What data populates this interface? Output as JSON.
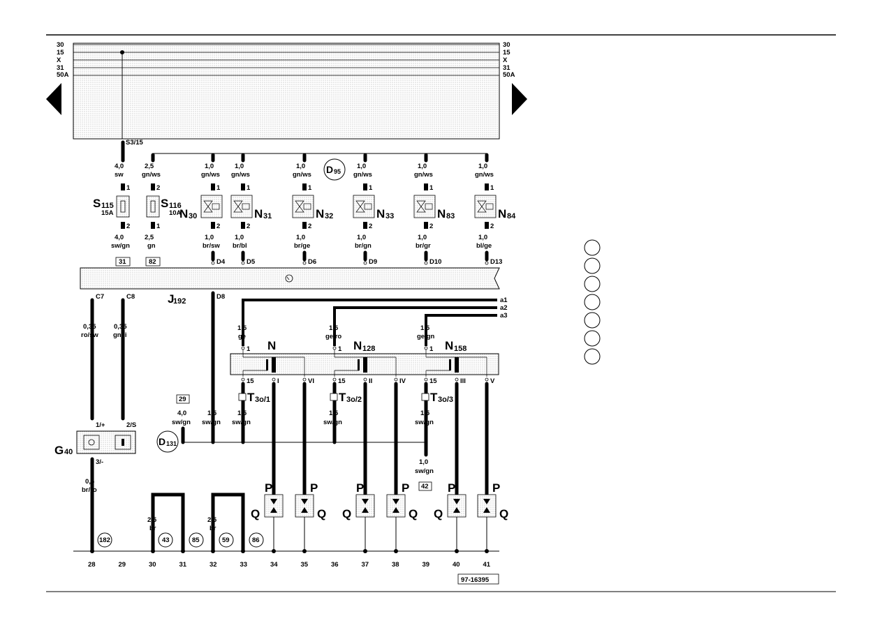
{
  "rails": {
    "left": [
      "30",
      "15",
      "X",
      "31",
      "50A"
    ],
    "right": [
      "30",
      "15",
      "X",
      "31",
      "50A"
    ]
  },
  "fuse_feed_label": "S3/15",
  "connector_D95": {
    "letter": "D",
    "sub": "95"
  },
  "connector_D131": {
    "letter": "D",
    "sub": "131"
  },
  "fuses": [
    {
      "top_size": "4,0",
      "top_color": "sw",
      "pin_top": "1",
      "pin_bottom": "2",
      "name": "S",
      "sub": "115",
      "rating": "15A",
      "bot_size": "4,0",
      "bot_color": "sw/gn",
      "ref": "31"
    },
    {
      "top_size": "2,5",
      "top_color": "gn/ws",
      "pin_top": "2",
      "pin_bottom": "1",
      "name": "S",
      "sub": "116",
      "rating": "10A",
      "bot_size": "2,5",
      "bot_color": "gn",
      "ref": "82"
    }
  ],
  "valves": [
    {
      "name": "N",
      "sub": "30",
      "top_size": "1,0",
      "top_color": "gn/ws",
      "pin_top": "1",
      "pin_bottom": "2",
      "bot_size": "1,0",
      "bot_color": "br/sw",
      "term": "D4"
    },
    {
      "name": "N",
      "sub": "31",
      "top_size": "1,0",
      "top_color": "gn/ws",
      "pin_top": "1",
      "pin_bottom": "2",
      "bot_size": "1,0",
      "bot_color": "br/bl",
      "term": "D5"
    },
    {
      "name": "N",
      "sub": "32",
      "top_size": "1,0",
      "top_color": "gn/ws",
      "pin_top": "1",
      "pin_bottom": "2",
      "bot_size": "1,0",
      "bot_color": "br/ge",
      "term": "D6"
    },
    {
      "name": "N",
      "sub": "33",
      "top_size": "1,0",
      "top_color": "gn/ws",
      "pin_top": "1",
      "pin_bottom": "2",
      "bot_size": "1,0",
      "bot_color": "br/gn",
      "term": "D9"
    },
    {
      "name": "N",
      "sub": "83",
      "top_size": "1,0",
      "top_color": "gn/ws",
      "pin_top": "1",
      "pin_bottom": "2",
      "bot_size": "1,0",
      "bot_color": "br/gr",
      "term": "D10"
    },
    {
      "name": "N",
      "sub": "84",
      "top_size": "1,0",
      "top_color": "gn/ws",
      "pin_top": "1",
      "pin_bottom": "2",
      "bot_size": "1,0",
      "bot_color": "bl/ge",
      "term": "D13"
    }
  ],
  "ecu": {
    "name": "J",
    "sub": "192",
    "terms": [
      "C7",
      "C8",
      "D8"
    ]
  },
  "g40_wires": [
    {
      "size": "0,35",
      "color": "ro/sw",
      "pin": "1/+"
    },
    {
      "size": "0,35",
      "color": "gn/li",
      "pin": "2/S"
    }
  ],
  "g40": {
    "name": "G",
    "sub": "40",
    "pin_ground": "3/-",
    "ground_size": "0,5",
    "ground_color": "br/ro",
    "ref": "182"
  },
  "outputs": [
    "a1",
    "a2",
    "a3"
  ],
  "coils": [
    {
      "name": "N",
      "sub": "",
      "in_size": "1,5",
      "in_color": "ge",
      "pin_in": "1",
      "pin_out": "15",
      "sec_a": "I",
      "sec_b": "VI",
      "conn": "T",
      "conn_sub": "3o/1",
      "out_size": "1,5",
      "out_color": "sw/gn"
    },
    {
      "name": "N",
      "sub": "128",
      "in_size": "1,5",
      "in_color": "ge/ro",
      "pin_in": "1",
      "pin_out": "15",
      "sec_a": "II",
      "sec_b": "IV",
      "conn": "T",
      "conn_sub": "3o/2",
      "out_size": "1,5",
      "out_color": "sw/gn"
    },
    {
      "name": "N",
      "sub": "158",
      "in_size": "1,5",
      "in_color": "ge/gn",
      "pin_in": "1",
      "pin_out": "15",
      "sec_a": "III",
      "sec_b": "V",
      "conn": "T",
      "conn_sub": "3o/3",
      "out_size": "1,5",
      "out_color": "sw/gn"
    }
  ],
  "supply_29": {
    "ref": "29",
    "size": "4,0",
    "color": "sw/gn"
  },
  "d8_wire": {
    "size": "1,5",
    "color": "sw/gn"
  },
  "ground_42": {
    "size": "1,0",
    "color": "sw/gn",
    "ref": "42"
  },
  "grounds": [
    {
      "size": "2,5",
      "color": "br",
      "ref_a": "43",
      "ref_b": "85"
    },
    {
      "size": "2,5",
      "color": "br",
      "ref_a": "59",
      "ref_b": "86"
    }
  ],
  "plugs": {
    "top": "P",
    "bottom": "Q"
  },
  "columns": [
    "28",
    "29",
    "30",
    "31",
    "32",
    "33",
    "34",
    "35",
    "36",
    "37",
    "38",
    "39",
    "40",
    "41"
  ],
  "diagram_id": "97-16395",
  "legend_circles": 7
}
